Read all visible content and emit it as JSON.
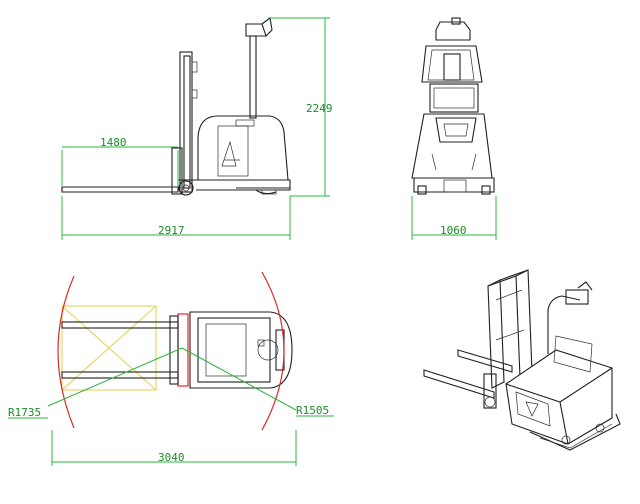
{
  "dimensions": {
    "side_fork_length": "1480",
    "side_total_length": "2917",
    "side_height": "2249",
    "front_width": "1060",
    "top_turn_radius_left": "R1735",
    "top_turn_radius_right": "R1505",
    "top_total_length": "3040"
  },
  "colors": {
    "dimension": "#2bb43c",
    "outline": "#202020",
    "turn_arc": "#e0282a",
    "load": "#e6d25a"
  }
}
